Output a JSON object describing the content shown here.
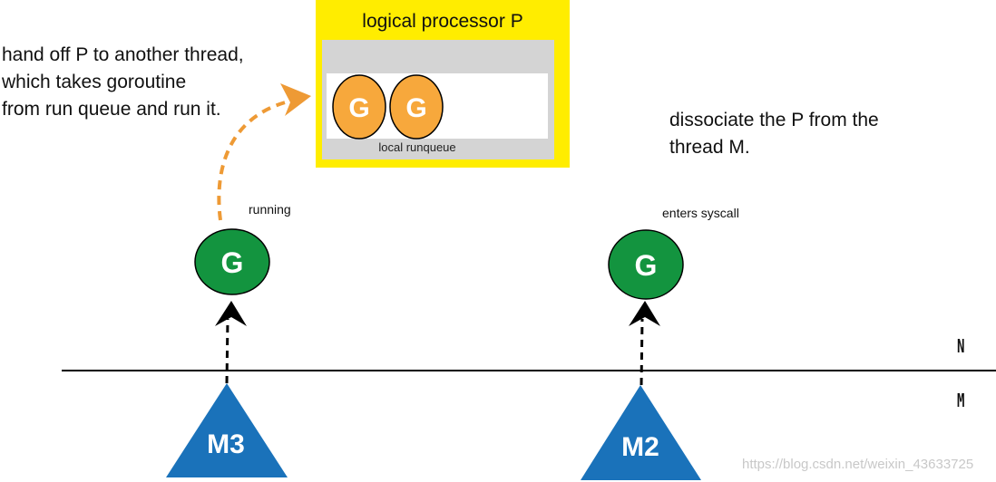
{
  "processor": {
    "title": "logical processor P",
    "runqueue_label": "local runqueue",
    "queued_goroutines": [
      "G",
      "G"
    ]
  },
  "notes": {
    "handoff_lines": [
      "hand off P to another thread,",
      "which takes goroutine",
      "from run queue and run it."
    ],
    "dissociate_lines": [
      "dissociate the P from the",
      "thread M."
    ]
  },
  "threads": [
    {
      "id": "m3",
      "label": "M3",
      "goroutine": "G",
      "state": "running"
    },
    {
      "id": "m2",
      "label": "M2",
      "goroutine": "G",
      "state": "enters syscall"
    }
  ],
  "divider": {
    "upper_label": "N",
    "lower_label": "M"
  },
  "watermark": "https://blog.csdn.net/weixin_43633725",
  "colors": {
    "processor_box": "#ffed00",
    "runqueue_goroutine": "#f7a83c",
    "running_goroutine": "#13943f",
    "thread": "#1a72ba",
    "handoff_arrow": "#ee9a35"
  }
}
